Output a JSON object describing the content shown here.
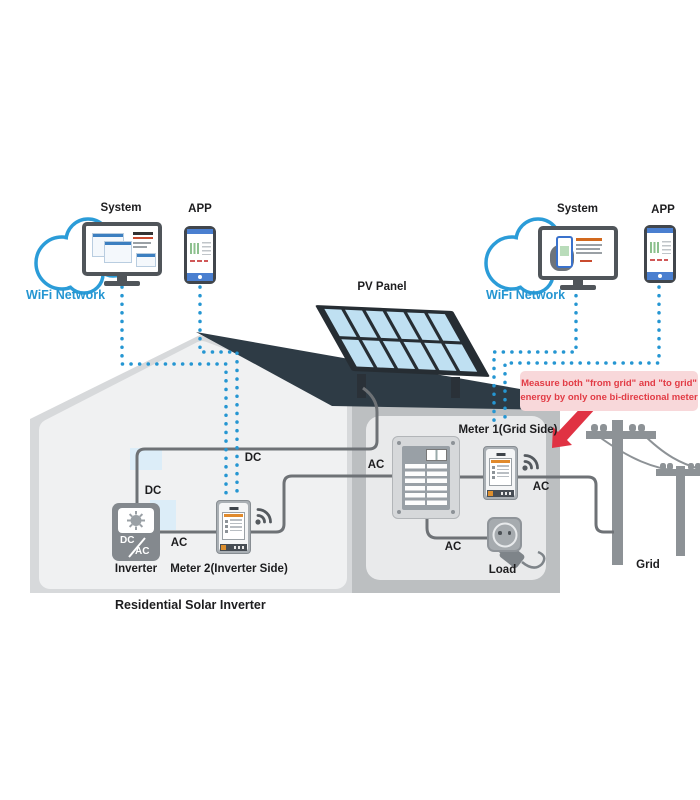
{
  "left_cloud": {
    "system": "System",
    "app": "APP",
    "wifi": "WiFi Network"
  },
  "right_cloud": {
    "system": "System",
    "app": "APP",
    "wifi": "WiFi Network"
  },
  "pv_panel_label": "PV Panel",
  "house": {
    "caption": "Residential Solar Inverter"
  },
  "devices": {
    "inverter": "Inverter",
    "inverter_dc": "DC",
    "inverter_ac": "AC",
    "meter2": "Meter 2(Inverter Side)",
    "meter1": "Meter 1(Grid Side)",
    "load": "Load",
    "grid": "Grid"
  },
  "wires": {
    "dc_roof": "DC",
    "dc_drop": "DC",
    "ac_inverter": "AC",
    "ac_panel": "AC",
    "ac_grid": "AC",
    "ac_load": "AC"
  },
  "annotation": {
    "line1": "Measure both \"from grid\" and \"to grid\"",
    "line2": "energy by only one bi-directional meter"
  },
  "colors": {
    "wifi_blue": "#2596d2",
    "dotted_blue": "#2596d2",
    "cloud_blue": "#2b9cd8",
    "roof_navy": "#2e3b45",
    "panel_cell": "#bfe0f2",
    "wire_gray": "#6e7276",
    "annotation_bg": "#f8d8da",
    "annotation_text": "#e23b45",
    "arrow_red": "#e03243",
    "house_face": "#d7d9db",
    "right_wall": "#bcbfc1"
  }
}
